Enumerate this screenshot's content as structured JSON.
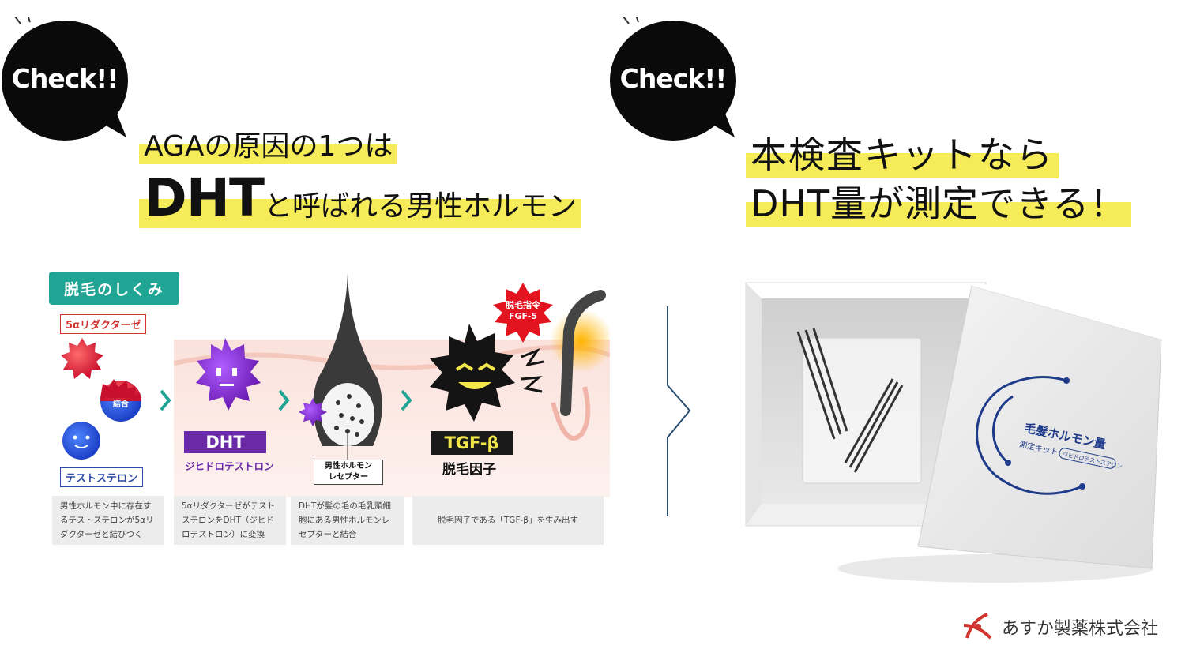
{
  "badges": {
    "left": "Check!!",
    "right": "Check!!"
  },
  "headline_left": {
    "line1": "AGAの原因の1つは",
    "line2_big": "DHT",
    "line2_rest": "と呼ばれる男性ホルモン"
  },
  "headline_right": {
    "line1": "本検査キットなら",
    "line2": "DHT量が測定できる！"
  },
  "mechanism": {
    "title": "脱毛のしくみ",
    "enzyme_tag": "5αリダクターゼ",
    "bind_label": "結合",
    "testosterone_tag": "テストステロン",
    "dht_label": "DHT",
    "dht_sub": "ジヒドロテストロン",
    "receptor_label_line1": "男性ホルモン",
    "receptor_label_line2": "レセプター",
    "tgf_label": "TGF-β",
    "tgf_sub": "脱毛因子",
    "signal_line1": "脱毛指令",
    "signal_line2": "FGF-5",
    "steps": [
      "男性ホルモン中に存在するテストステロンが5αリダクターゼと結びつく",
      "5αリダクターゼがテストステロンをDHT（ジヒドロテストロン）に変換",
      "DHTが髪の毛の毛乳頭細胞にある男性ホルモンレセプターと結合",
      "脱毛因子である「TGF-β」を生み出す"
    ]
  },
  "product": {
    "box_title": "毛髪ホルモン量",
    "box_sub": "測定キット",
    "box_badge": "ジヒドロテストステロン"
  },
  "brand": {
    "name": "あすか製薬株式会社"
  },
  "colors": {
    "highlight": "#f6ec5a",
    "teal": "#20a494",
    "purple": "#6a2aa8",
    "navy": "#1e3a8a"
  }
}
